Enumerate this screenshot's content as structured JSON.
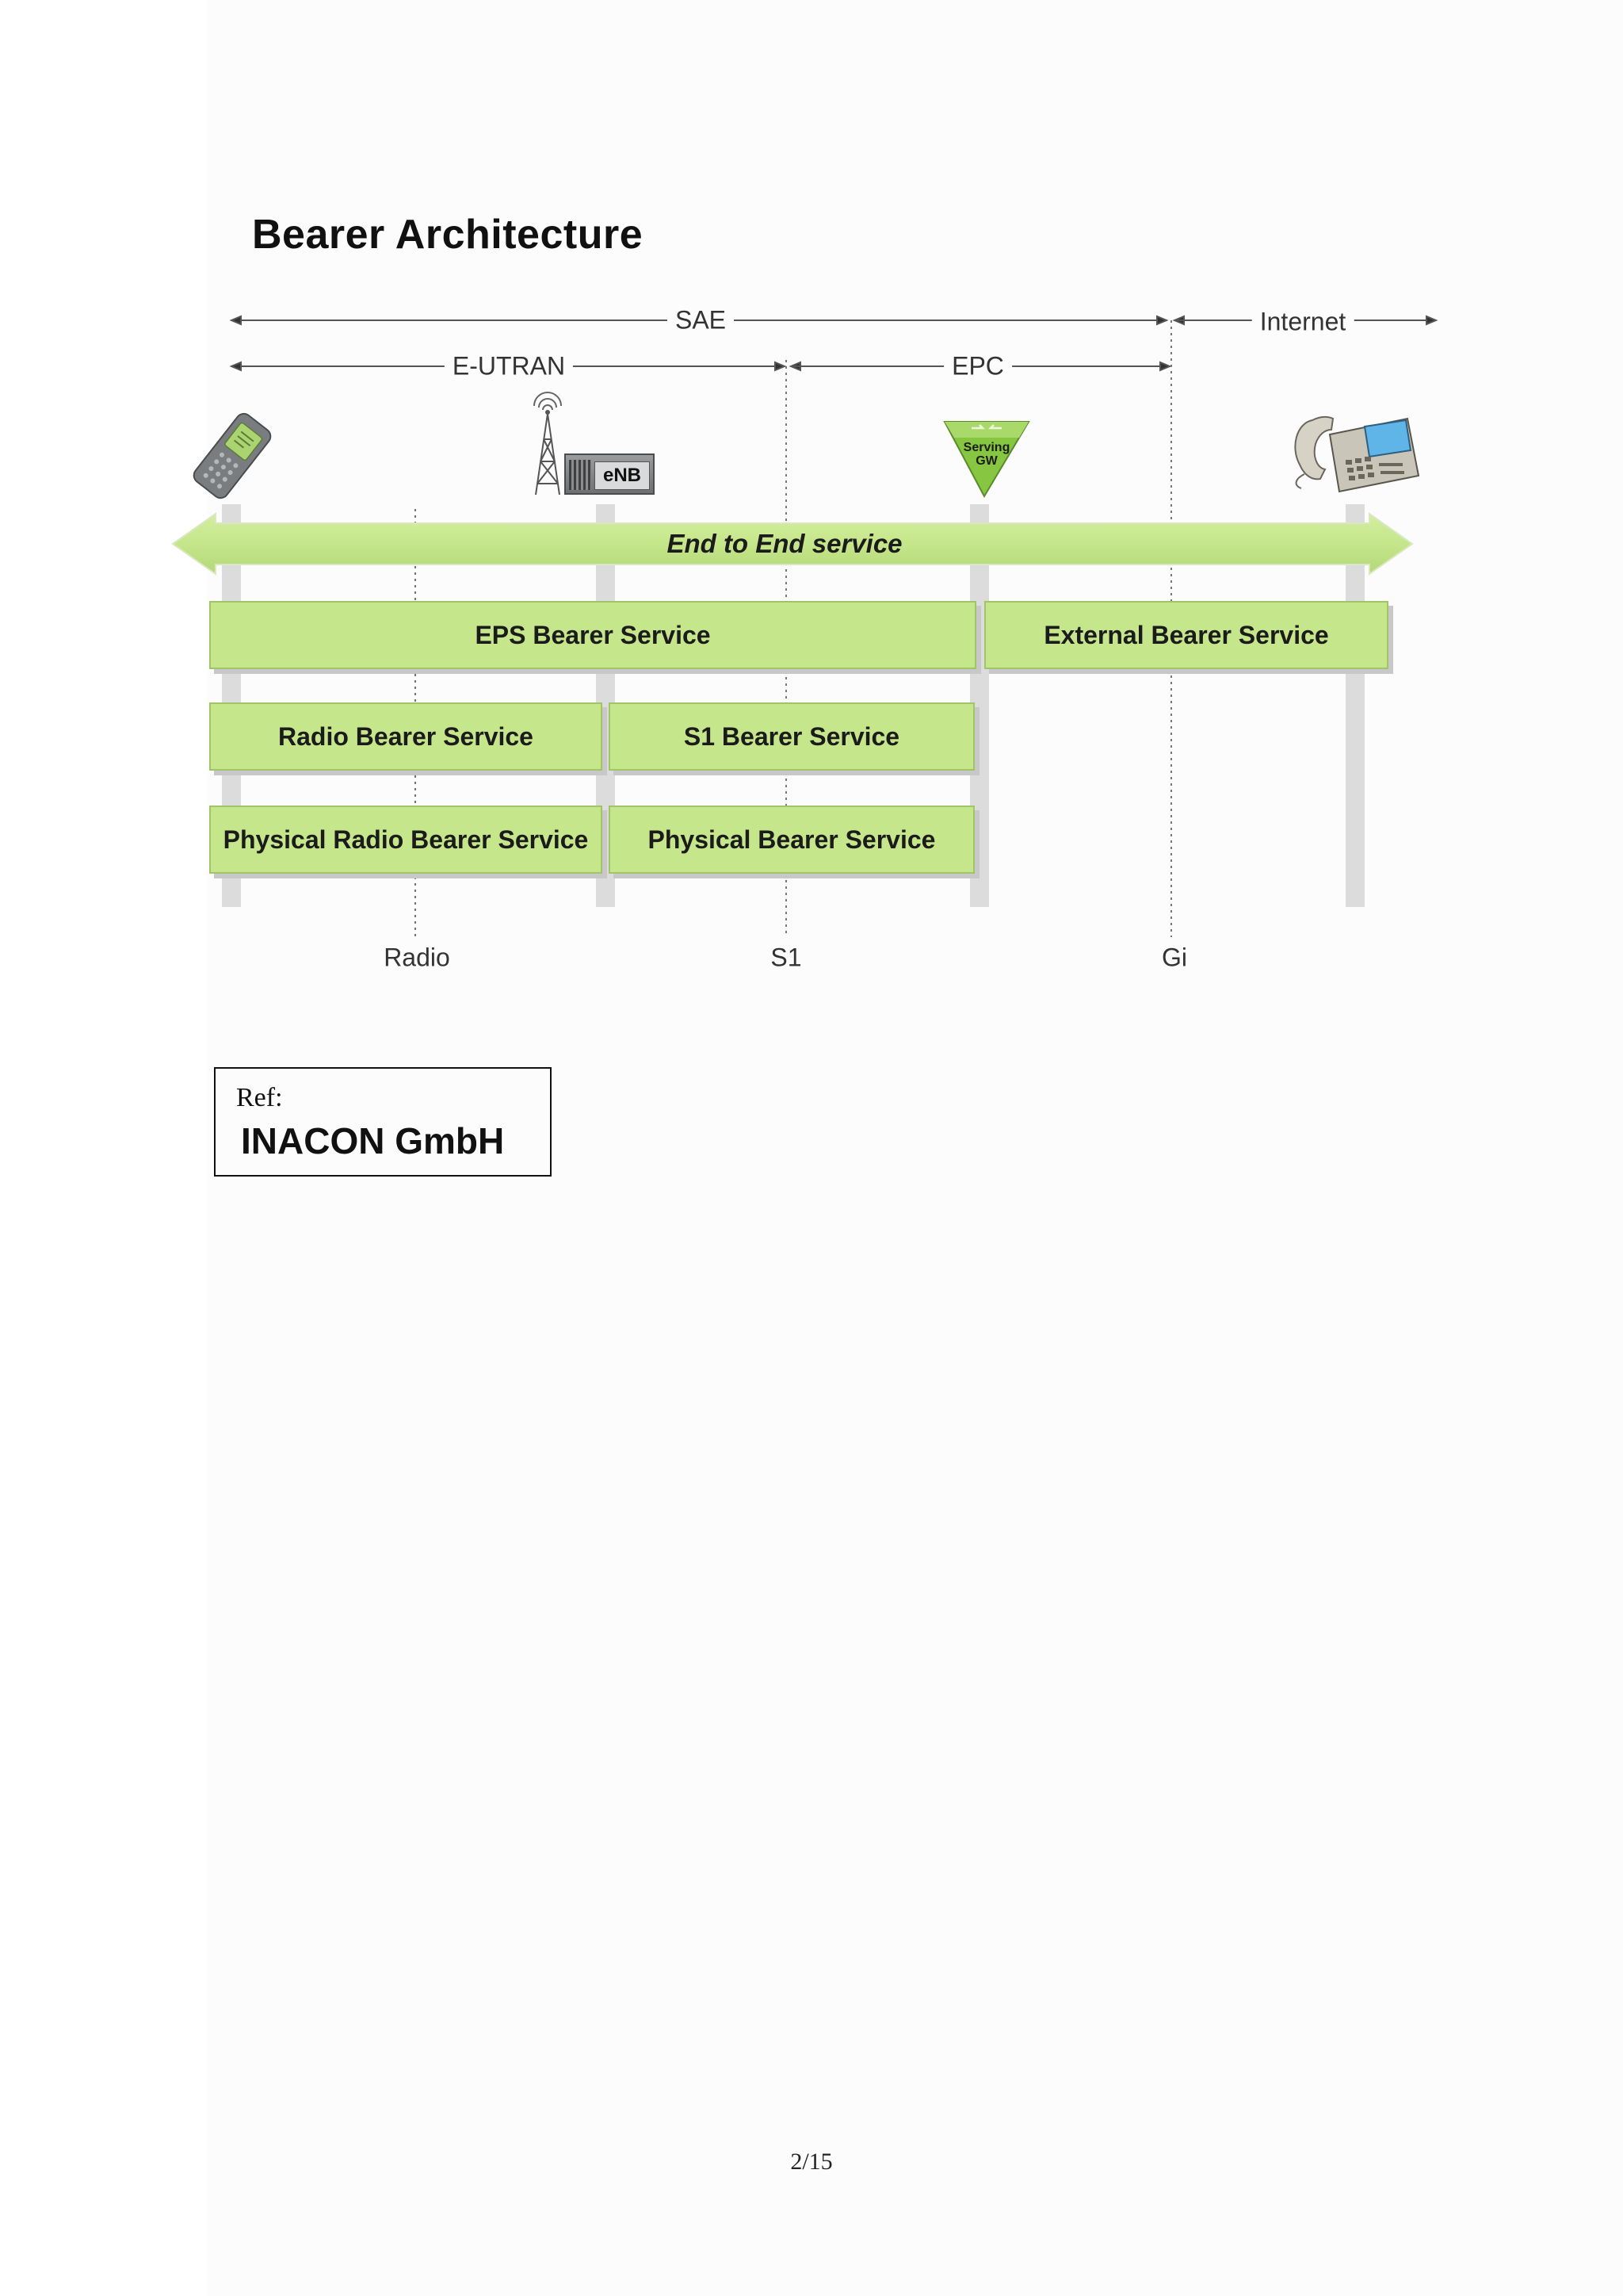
{
  "title": "Bearer Architecture",
  "domains": {
    "sae": "SAE",
    "internet": "Internet",
    "e_utran": "E-UTRAN",
    "epc": "EPC"
  },
  "nodes": {
    "enb": "eNB",
    "serving_gw_line1": "Serving",
    "serving_gw_line2": "GW"
  },
  "services": {
    "end_to_end": "End to End service",
    "eps_bearer": "EPS Bearer Service",
    "external_bearer": "External Bearer Service",
    "radio_bearer": "Radio Bearer Service",
    "s1_bearer": "S1 Bearer Service",
    "physical_radio_bearer": "Physical Radio Bearer Service",
    "physical_bearer": "Physical Bearer Service"
  },
  "interfaces": {
    "radio": "Radio",
    "s1": "S1",
    "gi": "Gi"
  },
  "reference": {
    "label": "Ref:",
    "value": "INACON GmbH"
  },
  "page_number": "2/15",
  "colors": {
    "box_fill": "#c5e68a",
    "box_border": "#9fc46a",
    "arrow_fill": "#c5e68a",
    "pillar": "#dcdcdc"
  }
}
